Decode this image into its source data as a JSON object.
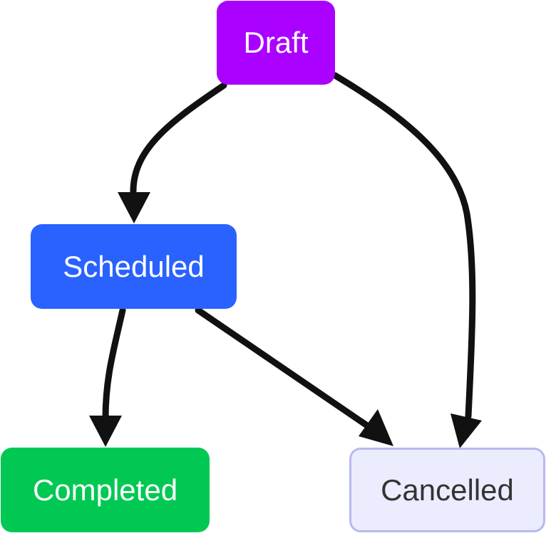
{
  "diagram": {
    "type": "state-flowchart",
    "nodes": [
      {
        "id": "draft",
        "label": "Draft",
        "fill": "#aa00ff",
        "text_color": "#ffffff"
      },
      {
        "id": "scheduled",
        "label": "Scheduled",
        "fill": "#2962ff",
        "text_color": "#ffffff"
      },
      {
        "id": "completed",
        "label": "Completed",
        "fill": "#00c853",
        "text_color": "#ffffff"
      },
      {
        "id": "cancelled",
        "label": "Cancelled",
        "fill": "#ececff",
        "text_color": "#333333",
        "stroke": "#b8b8f0"
      }
    ],
    "edges": [
      {
        "from": "draft",
        "to": "scheduled"
      },
      {
        "from": "draft",
        "to": "cancelled"
      },
      {
        "from": "scheduled",
        "to": "completed"
      },
      {
        "from": "scheduled",
        "to": "cancelled"
      }
    ],
    "edge_color": "#111111"
  }
}
